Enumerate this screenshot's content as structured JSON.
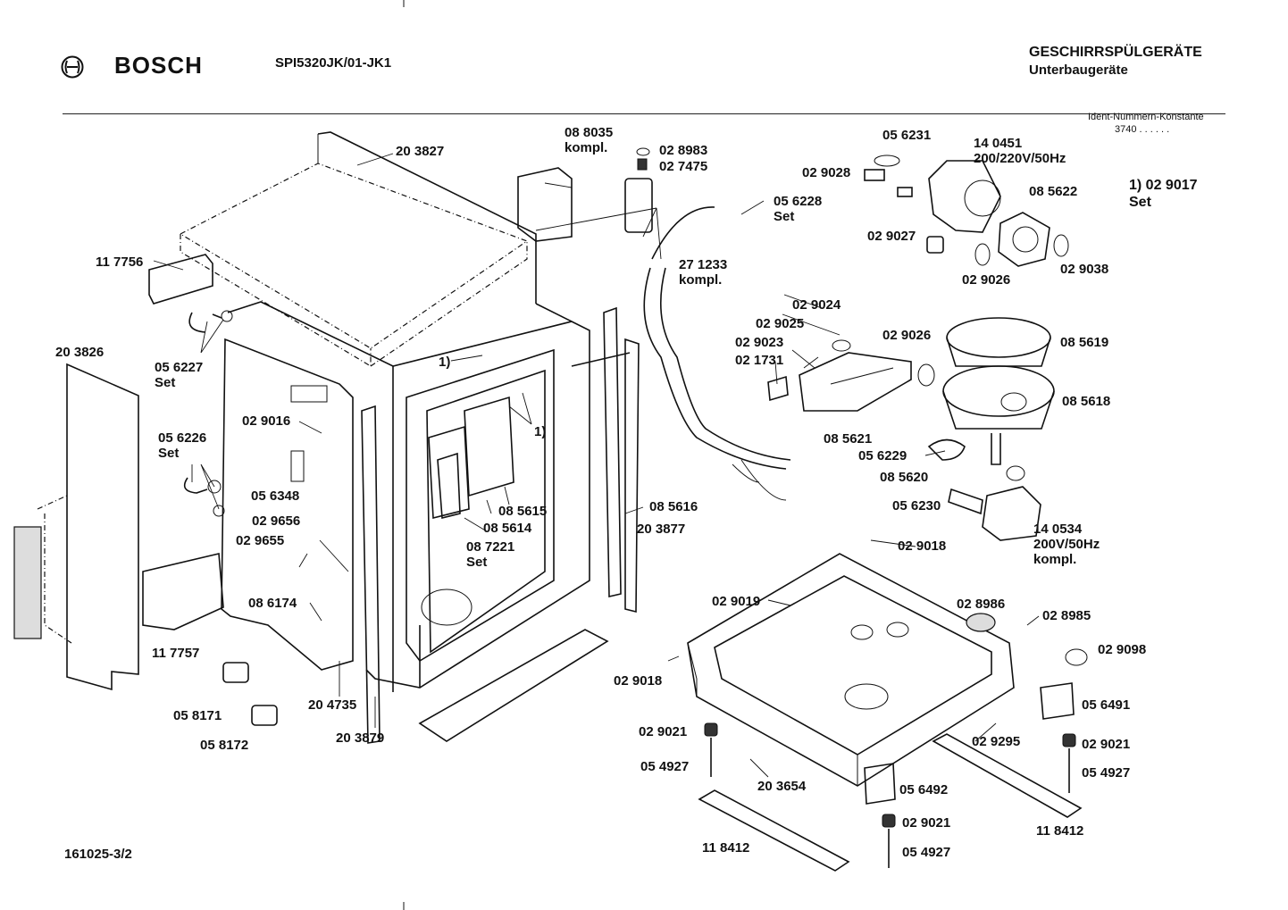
{
  "header": {
    "brand": "BOSCH",
    "model": "SPI5320JK/01-JK1",
    "category_title": "GESCHIRRSPÜLGERÄTE",
    "category_subtitle": "Unterbaugeräte",
    "ident_label": "Ident-Nummern-Konstante",
    "ident_value": "3740  . .  . . . ."
  },
  "note": {
    "line1": "1) 02 9017",
    "line2": "Set"
  },
  "footer": {
    "doc_number": "161025-3/2"
  },
  "icons": {
    "logo": "bosch-armature-logo-icon"
  },
  "labels": [
    {
      "id": "l01",
      "lines": [
        "20 3827"
      ]
    },
    {
      "id": "l02",
      "lines": [
        "08 8035",
        "kompl."
      ]
    },
    {
      "id": "l03",
      "lines": [
        "02 8983"
      ]
    },
    {
      "id": "l04",
      "lines": [
        "02 7475"
      ]
    },
    {
      "id": "l05",
      "lines": [
        "05 6231"
      ]
    },
    {
      "id": "l06",
      "lines": [
        "14 0451",
        "200/220V/50Hz"
      ]
    },
    {
      "id": "l07",
      "lines": [
        "02 9028"
      ]
    },
    {
      "id": "l08",
      "lines": [
        "05 6228",
        "Set"
      ]
    },
    {
      "id": "l09",
      "lines": [
        "08 5622"
      ]
    },
    {
      "id": "l10",
      "lines": [
        "02 9027"
      ]
    },
    {
      "id": "l11",
      "lines": [
        "27 1233",
        "kompl."
      ]
    },
    {
      "id": "l12",
      "lines": [
        "02 9038"
      ]
    },
    {
      "id": "l13",
      "lines": [
        "02 9026"
      ]
    },
    {
      "id": "l14",
      "lines": [
        "11 7756"
      ]
    },
    {
      "id": "l15",
      "lines": [
        "02 9024"
      ]
    },
    {
      "id": "l16",
      "lines": [
        "02 9025"
      ]
    },
    {
      "id": "l17",
      "lines": [
        "02 9023"
      ]
    },
    {
      "id": "l18",
      "lines": [
        "02 9026"
      ]
    },
    {
      "id": "l19",
      "lines": [
        "08 5619"
      ]
    },
    {
      "id": "l20",
      "lines": [
        "02 1731"
      ]
    },
    {
      "id": "l21",
      "lines": [
        "20 3826"
      ]
    },
    {
      "id": "l22",
      "lines": [
        "05 6227",
        "Set"
      ]
    },
    {
      "id": "l23",
      "lines": [
        "1)"
      ]
    },
    {
      "id": "l24",
      "lines": [
        "08 5618"
      ]
    },
    {
      "id": "l25",
      "lines": [
        "02 9016"
      ]
    },
    {
      "id": "l26",
      "lines": [
        "1)"
      ]
    },
    {
      "id": "l27",
      "lines": [
        "08 5621"
      ]
    },
    {
      "id": "l28",
      "lines": [
        "05 6229"
      ]
    },
    {
      "id": "l29",
      "lines": [
        "05 6226",
        "Set"
      ]
    },
    {
      "id": "l30",
      "lines": [
        "05 6348"
      ]
    },
    {
      "id": "l31",
      "lines": [
        "08 5620"
      ]
    },
    {
      "id": "l32",
      "lines": [
        "05 6230"
      ]
    },
    {
      "id": "l33",
      "lines": [
        "08 5615"
      ]
    },
    {
      "id": "l34",
      "lines": [
        "08 5614"
      ]
    },
    {
      "id": "l35",
      "lines": [
        "08 5616"
      ]
    },
    {
      "id": "l36",
      "lines": [
        "02 9656"
      ]
    },
    {
      "id": "l37",
      "lines": [
        "02 9655"
      ]
    },
    {
      "id": "l38",
      "lines": [
        "08 7221",
        "Set"
      ]
    },
    {
      "id": "l39",
      "lines": [
        "20 3877"
      ]
    },
    {
      "id": "l40",
      "lines": [
        "14 0534",
        "200V/50Hz",
        "kompl."
      ]
    },
    {
      "id": "l41",
      "lines": [
        "02 9018"
      ]
    },
    {
      "id": "l42",
      "lines": [
        "08 6174"
      ]
    },
    {
      "id": "l43",
      "lines": [
        "02 9019"
      ]
    },
    {
      "id": "l44",
      "lines": [
        "02 8986"
      ]
    },
    {
      "id": "l45",
      "lines": [
        "02 8985"
      ]
    },
    {
      "id": "l46",
      "lines": [
        "11 7757"
      ]
    },
    {
      "id": "l47",
      "lines": [
        "02 9098"
      ]
    },
    {
      "id": "l48",
      "lines": [
        "02 9018"
      ]
    },
    {
      "id": "l49",
      "lines": [
        "05 8171"
      ]
    },
    {
      "id": "l50",
      "lines": [
        "20 4735"
      ]
    },
    {
      "id": "l51",
      "lines": [
        "05 6491"
      ]
    },
    {
      "id": "l52",
      "lines": [
        "02 9021"
      ]
    },
    {
      "id": "l53",
      "lines": [
        "20 3879"
      ]
    },
    {
      "id": "l54",
      "lines": [
        "05 8172"
      ]
    },
    {
      "id": "l55",
      "lines": [
        "02 9295"
      ]
    },
    {
      "id": "l56",
      "lines": [
        "02 9021"
      ]
    },
    {
      "id": "l57",
      "lines": [
        "05 4927"
      ]
    },
    {
      "id": "l58",
      "lines": [
        "20 3654"
      ]
    },
    {
      "id": "l59",
      "lines": [
        "05 6492"
      ]
    },
    {
      "id": "l60",
      "lines": [
        "05 4927"
      ]
    },
    {
      "id": "l61",
      "lines": [
        "02 9021"
      ]
    },
    {
      "id": "l62",
      "lines": [
        "11 8412"
      ]
    },
    {
      "id": "l63",
      "lines": [
        "11 8412"
      ]
    },
    {
      "id": "l64",
      "lines": [
        "05 4927"
      ]
    }
  ]
}
